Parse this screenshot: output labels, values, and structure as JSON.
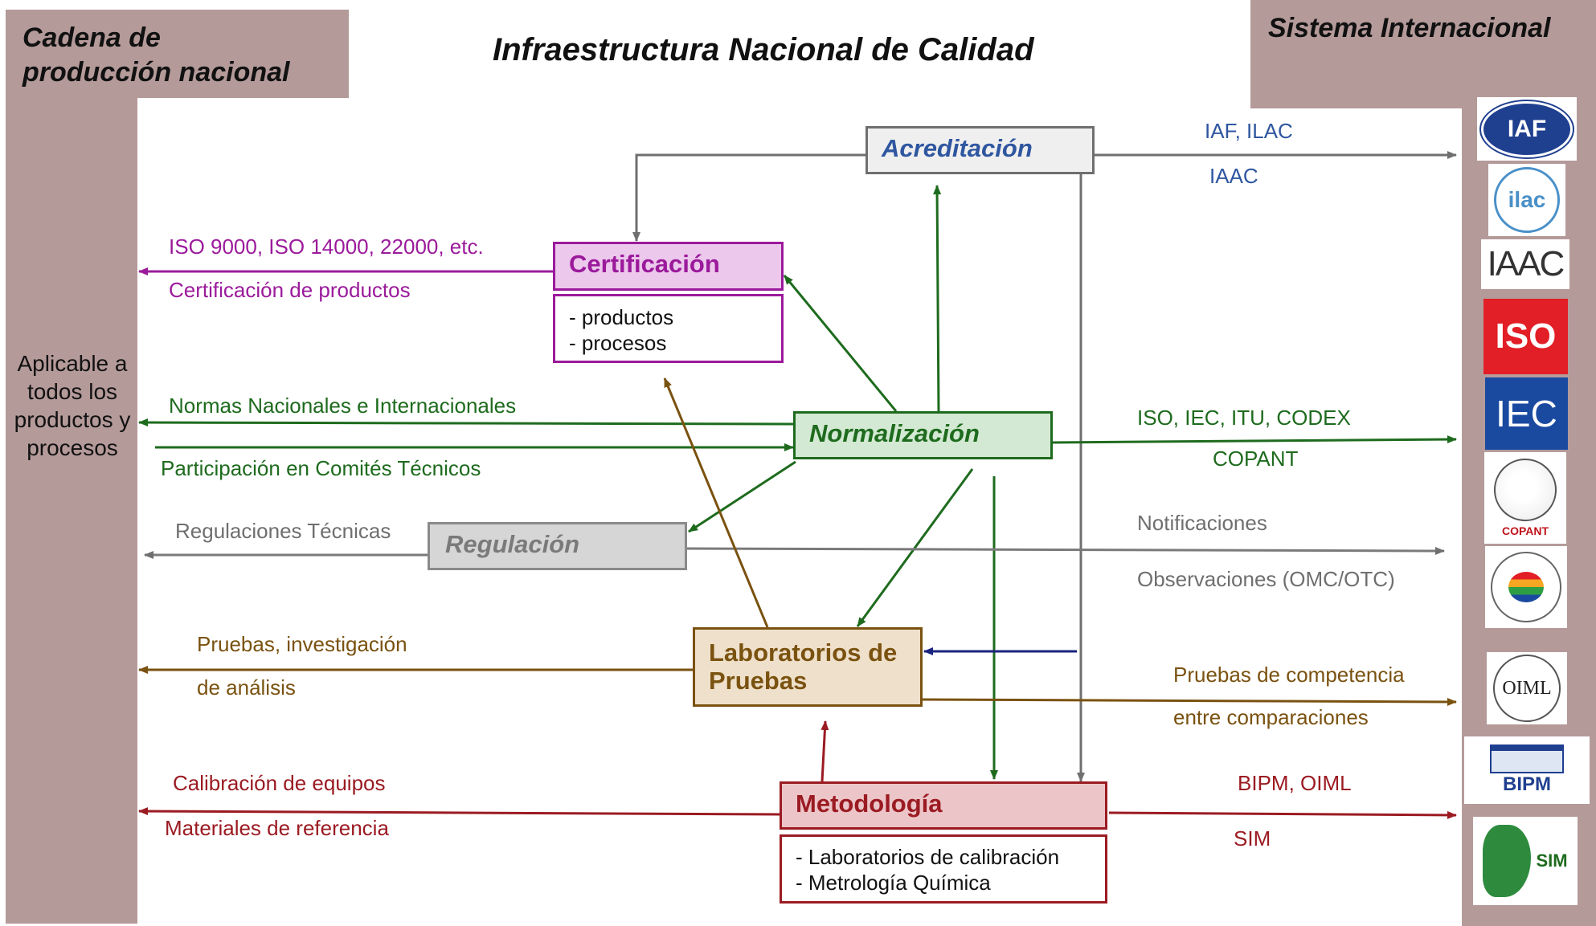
{
  "title": "Infraestructura Nacional de Calidad",
  "left_header": [
    "Cadena de",
    "producción nacional"
  ],
  "right_header": "Sistema Internacional",
  "left_side_text": [
    "Aplicable a",
    "todos los",
    "productos y",
    "procesos"
  ],
  "boxes": {
    "acreditacion": "Acreditación",
    "certificacion": "Certificación",
    "certificacion_items": [
      "- productos",
      "- procesos"
    ],
    "normalizacion": "Normalización",
    "regulacion": "Regulación",
    "laboratorios": [
      "Laboratorios de",
      "Pruebas"
    ],
    "metodologia": "Metodología",
    "metodologia_items": [
      "- Laboratorios de calibración",
      "- Metrología Química"
    ]
  },
  "labels": {
    "iaf_ilac": "IAF, ILAC",
    "iaac": "IAAC",
    "iso_9000": "ISO 9000, ISO 14000, 22000, etc.",
    "cert_productos": "Certificación de productos",
    "normas": "Normas Nacionales e Internacionales",
    "participacion": "Participación en Comités Técnicos",
    "iso_iec": "ISO, IEC, ITU, CODEX",
    "copant": "COPANT",
    "regulaciones": "Regulaciones Técnicas",
    "notificaciones": "Notificaciones",
    "observaciones": "Observaciones (OMC/OTC)",
    "pruebas_inv": "Pruebas, investigación",
    "analisis": "de análisis",
    "competencia": "Pruebas de competencia",
    "comparaciones": "entre comparaciones",
    "calibracion": "Calibración de equipos",
    "materiales": "Materiales de referencia",
    "bipm_oiml": "BIPM, OIML",
    "sim": "SIM"
  },
  "logos": {
    "iaf": "IAF",
    "ilac": "ilac",
    "iaac": "IAAC",
    "iso": "ISO",
    "iec": "IEC",
    "copant": "COPANT",
    "oiml": "OIML",
    "bipm": "BIPM",
    "sim": "SIM"
  },
  "colors": {
    "panel": "#b59a9a",
    "acreditacion": "#2f56a0",
    "certificacion": "#9b1a9b",
    "normalizacion": "#1e6b1e",
    "regulacion": "#7a7a7a",
    "laboratorios": "#7a5210",
    "metodologia": "#9b1b22",
    "laboratorios_input": "#1a237e"
  }
}
